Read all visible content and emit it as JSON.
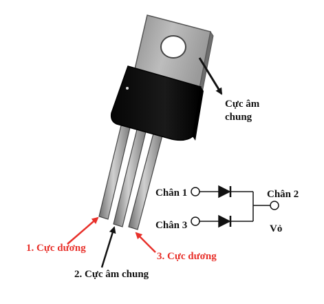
{
  "labels": {
    "common_cathode": [
      "Cực âm",
      "chung"
    ],
    "pin1": "1. Cực dương",
    "pin2": "2. Cực âm chung",
    "pin3": "3. Cực dương",
    "chan1": "Chân 1",
    "chan2": "Chân 2",
    "chan3": "Chân 3",
    "case": "Vỏ"
  },
  "colors": {
    "accent_red": "#e8302a",
    "text": "#111111",
    "tab_metal": "#a9a9a9",
    "body_black": "#0d0d0d"
  }
}
